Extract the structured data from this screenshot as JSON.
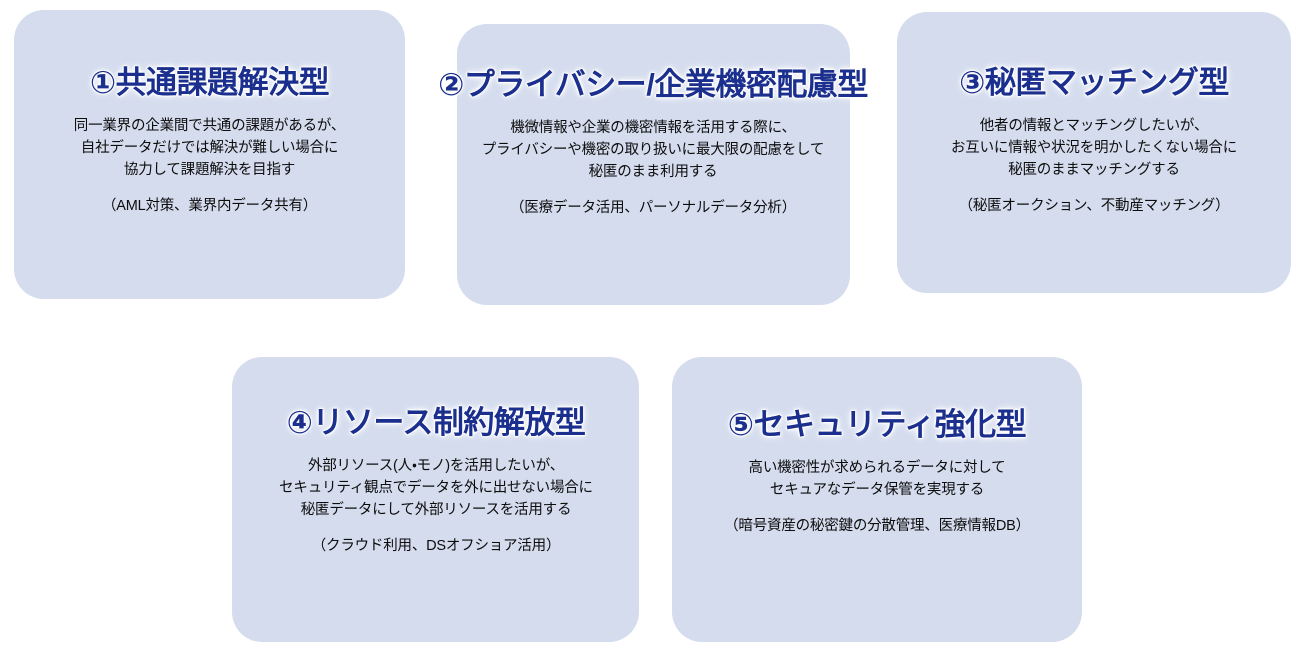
{
  "slide": {
    "background_color": "#ffffff",
    "card_fill_color": "#d4dcee",
    "title_color": "#1b2f8e",
    "body_color": "#0d0d0d"
  },
  "cards": [
    {
      "number": "①",
      "title": "共通課題解決型",
      "full_title": "①共通課題解決型",
      "description": "同一業界の企業間で共通の課題があるが、\n自社データだけでは解決が難しい場合に\n協力して課題解決を目指す",
      "example": "（AML対策、業界内データ共有）"
    },
    {
      "number": "②",
      "title": "プライバシー/企業機密配慮型",
      "full_title": "②プライバシー/企業機密配慮型",
      "description": "機微情報や企業の機密情報を活用する際に、\nプライバシーや機密の取り扱いに最大限の配慮をして\n秘匿のまま利用する",
      "example": "（医療データ活用、パーソナルデータ分析）"
    },
    {
      "number": "③",
      "title": "秘匿マッチング型",
      "full_title": "③秘匿マッチング型",
      "description": "他者の情報とマッチングしたいが、\nお互いに情報や状況を明かしたくない場合に\n秘匿のままマッチングする",
      "example": "（秘匿オークション、不動産マッチング）"
    },
    {
      "number": "④",
      "title": "リソース制約解放型",
      "full_title": "④リソース制約解放型",
      "description": "外部リソース(人・モノ)を活用したいが、\nセキュリティ観点でデータを外に出せない場合に\n秘匿データにして外部リソースを活用する",
      "example": "（クラウド利用、DSオフショア活用）"
    },
    {
      "number": "⑤",
      "title": "セキュリティ強化型",
      "full_title": "⑤セキュリティ強化型",
      "description": "高い機密性が求められるデータに対して\nセキュアなデータ保管を実現する",
      "example": "（暗号資産の秘密鍵の分散管理、医療情報DB）"
    }
  ]
}
